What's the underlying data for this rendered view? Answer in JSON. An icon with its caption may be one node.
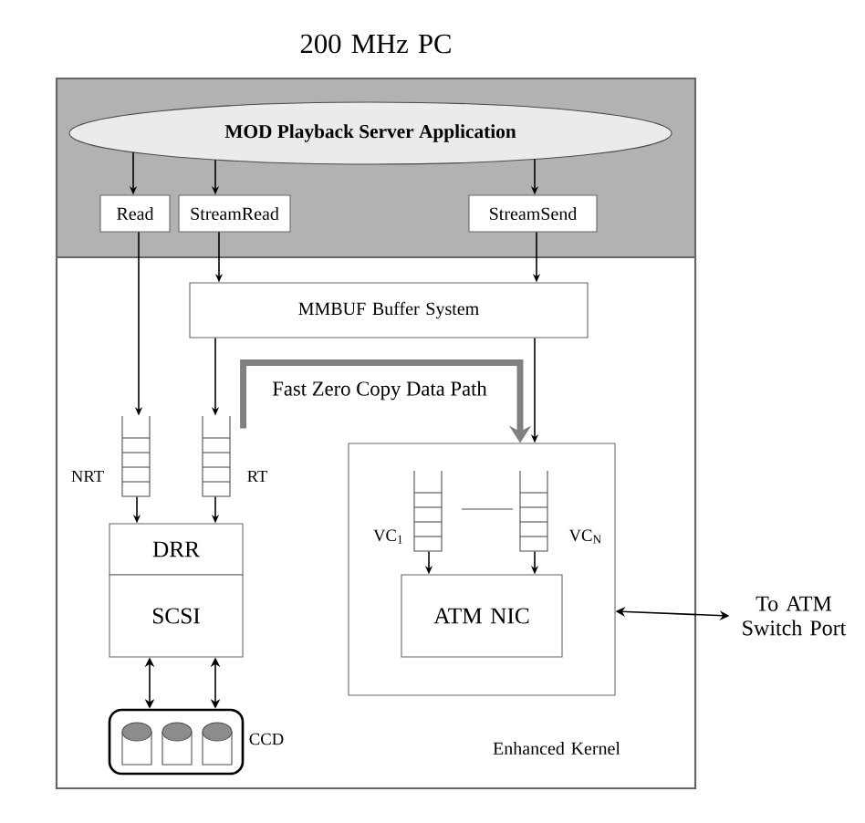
{
  "diagram": {
    "nodes": [
      {
        "text": [
          "200 MHz PC"
        ]
      },
      {
        "text": [
          "MOD Playback Server Application"
        ],
        "in": 0
      },
      {
        "text": [
          "Read"
        ],
        "in": 0
      },
      {
        "text": [
          "StreamRead"
        ],
        "in": 0
      },
      {
        "text": [
          "StreamSend"
        ],
        "in": 0
      },
      {
        "text": [
          "Enhanced Kernel"
        ],
        "in": 0
      },
      {
        "text": [
          "MMBUF Buffer System"
        ],
        "in": 5
      },
      {
        "text": [],
        "shape": "queue",
        "beside": [
          "NRT"
        ],
        "in": 5
      },
      {
        "text": [],
        "shape": "queue",
        "beside": [
          "RT"
        ],
        "in": 5
      },
      {
        "text": [
          "DRR"
        ],
        "in": 5
      },
      {
        "text": [
          "SCSI"
        ],
        "in": 5
      },
      {
        "text": [],
        "shape": "cylinder",
        "beside": [
          "CCD"
        ],
        "in": 5
      },
      {
        "text": [],
        "shape": "box",
        "in": 5
      },
      {
        "text": [],
        "shape": "queue",
        "beside": [
          "VC$_{1}$"
        ],
        "in": 12
      },
      {
        "text": [],
        "shape": "queue",
        "beside": [
          "VC$_{N}$"
        ],
        "in": 12
      },
      {
        "text": [
          "ATM NIC"
        ],
        "in": 12
      },
      {
        "text": [
          "To ATM Switch Port"
        ]
      }
    ],
    "edges": [
      {
        "from": 1,
        "to": 2,
        "arrow": "to"
      },
      {
        "from": 1,
        "to": 3,
        "arrow": "to"
      },
      {
        "from": 1,
        "to": 4,
        "arrow": "to"
      },
      {
        "from": 2,
        "to": 7,
        "arrow": "to"
      },
      {
        "from": 3,
        "to": 6,
        "arrow": "to"
      },
      {
        "from": 4,
        "to": 6,
        "arrow": "to"
      },
      {
        "from": 6,
        "to": 8,
        "arrow": "to"
      },
      {
        "from": 6,
        "to": 12,
        "arrow": "to"
      },
      {
        "from": 8,
        "to": 12,
        "arrow": "to",
        "label": "Fast Zero Copy Data Path",
        "style": "thick",
        "color": "#808080"
      },
      {
        "from": 7,
        "to": 9,
        "arrow": "to"
      },
      {
        "from": 8,
        "to": 9,
        "arrow": "to"
      },
      {
        "from": 10,
        "to": 11,
        "arrow": "both"
      },
      {
        "from": 10,
        "to": 11,
        "arrow": "both"
      },
      {
        "from": 13,
        "to": 15,
        "arrow": "to"
      },
      {
        "from": 14,
        "to": 15,
        "arrow": "to"
      },
      {
        "from": 12,
        "to": 16,
        "arrow": "both"
      }
    ]
  }
}
